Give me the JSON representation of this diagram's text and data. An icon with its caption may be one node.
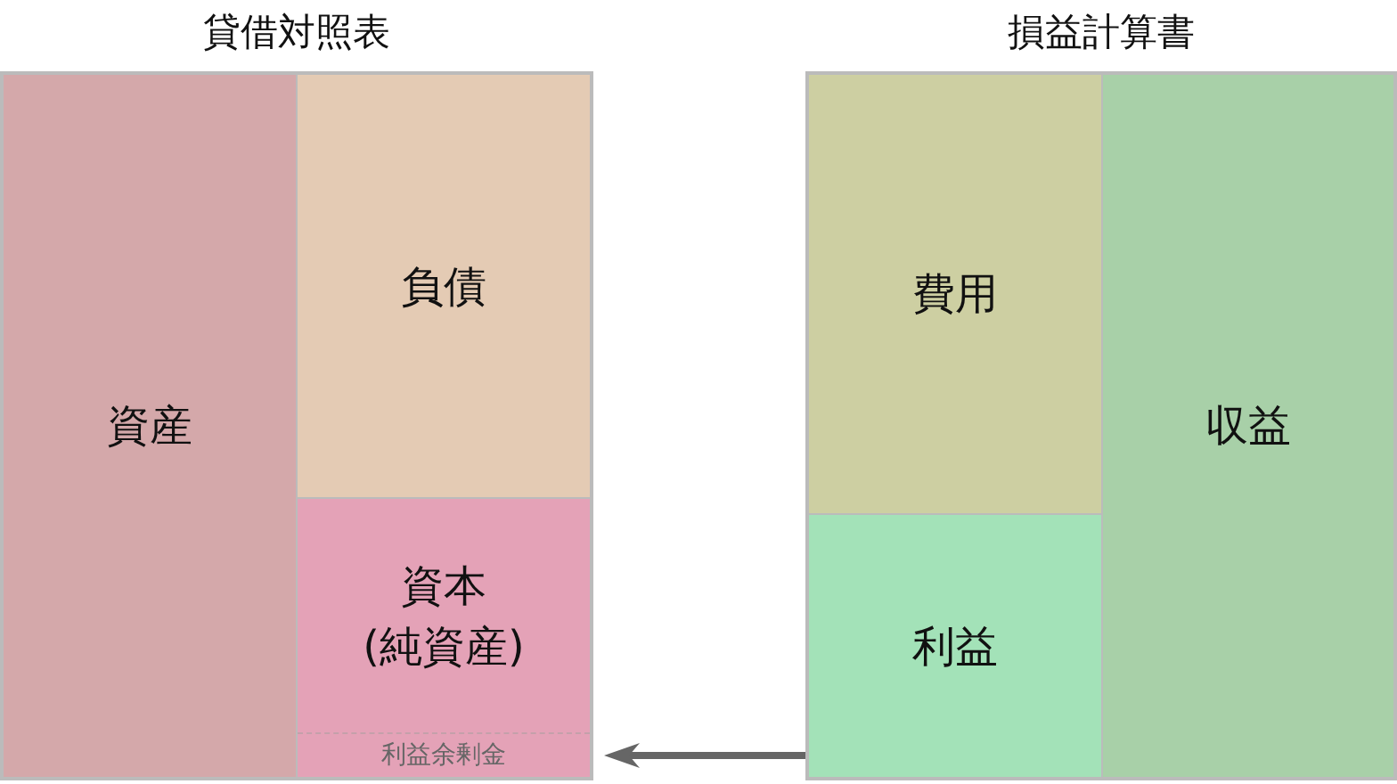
{
  "diagram": {
    "nodes": [
      {
        "text": [
          "貸借対照表"
        ]
      },
      {
        "text": [
          "資産"
        ],
        "in": 0
      },
      {
        "text": [
          "負債"
        ],
        "in": 0
      },
      {
        "text": [
          "資本",
          "(純資産)"
        ],
        "in": 0
      },
      {
        "text": [
          "利益余剰金"
        ],
        "in": 3
      },
      {
        "text": [
          "損益計算書"
        ]
      },
      {
        "text": [
          "費用"
        ],
        "in": 5
      },
      {
        "text": [
          "利益"
        ],
        "in": 5
      },
      {
        "text": [
          "収益"
        ],
        "in": 5
      }
    ],
    "edges": [
      {
        "from": 7,
        "to": 4,
        "arrow": "to"
      }
    ]
  }
}
